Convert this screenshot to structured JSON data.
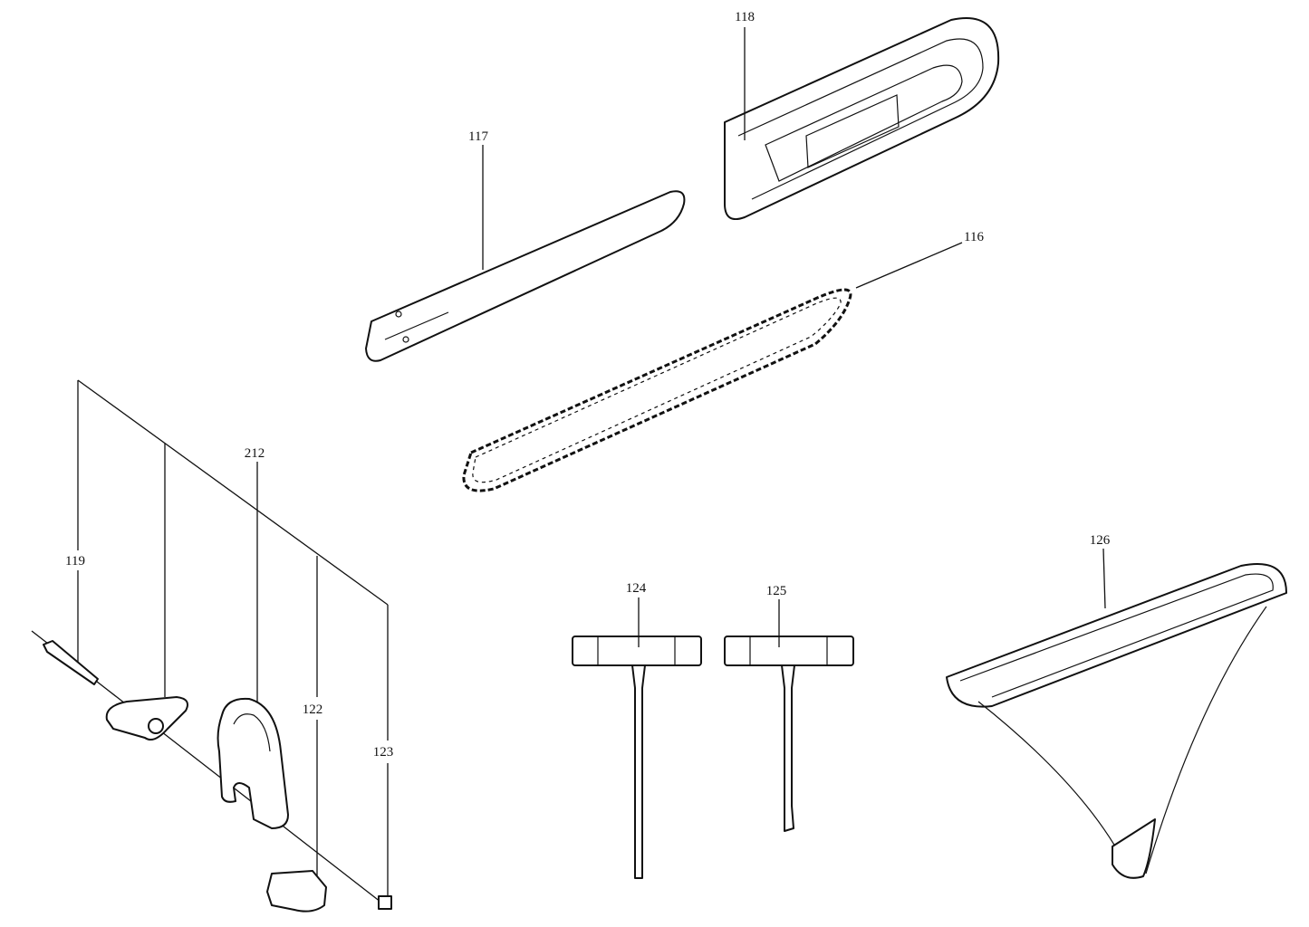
{
  "diagram": {
    "parts": [
      {
        "id": "116",
        "label": "116"
      },
      {
        "id": "117",
        "label": "117"
      },
      {
        "id": "118",
        "label": "118"
      },
      {
        "id": "119",
        "label": "119"
      },
      {
        "id": "212",
        "label": "212"
      },
      {
        "id": "122",
        "label": "122"
      },
      {
        "id": "123",
        "label": "123"
      },
      {
        "id": "124",
        "label": "124"
      },
      {
        "id": "125",
        "label": "125"
      },
      {
        "id": "126",
        "label": "126"
      }
    ]
  }
}
